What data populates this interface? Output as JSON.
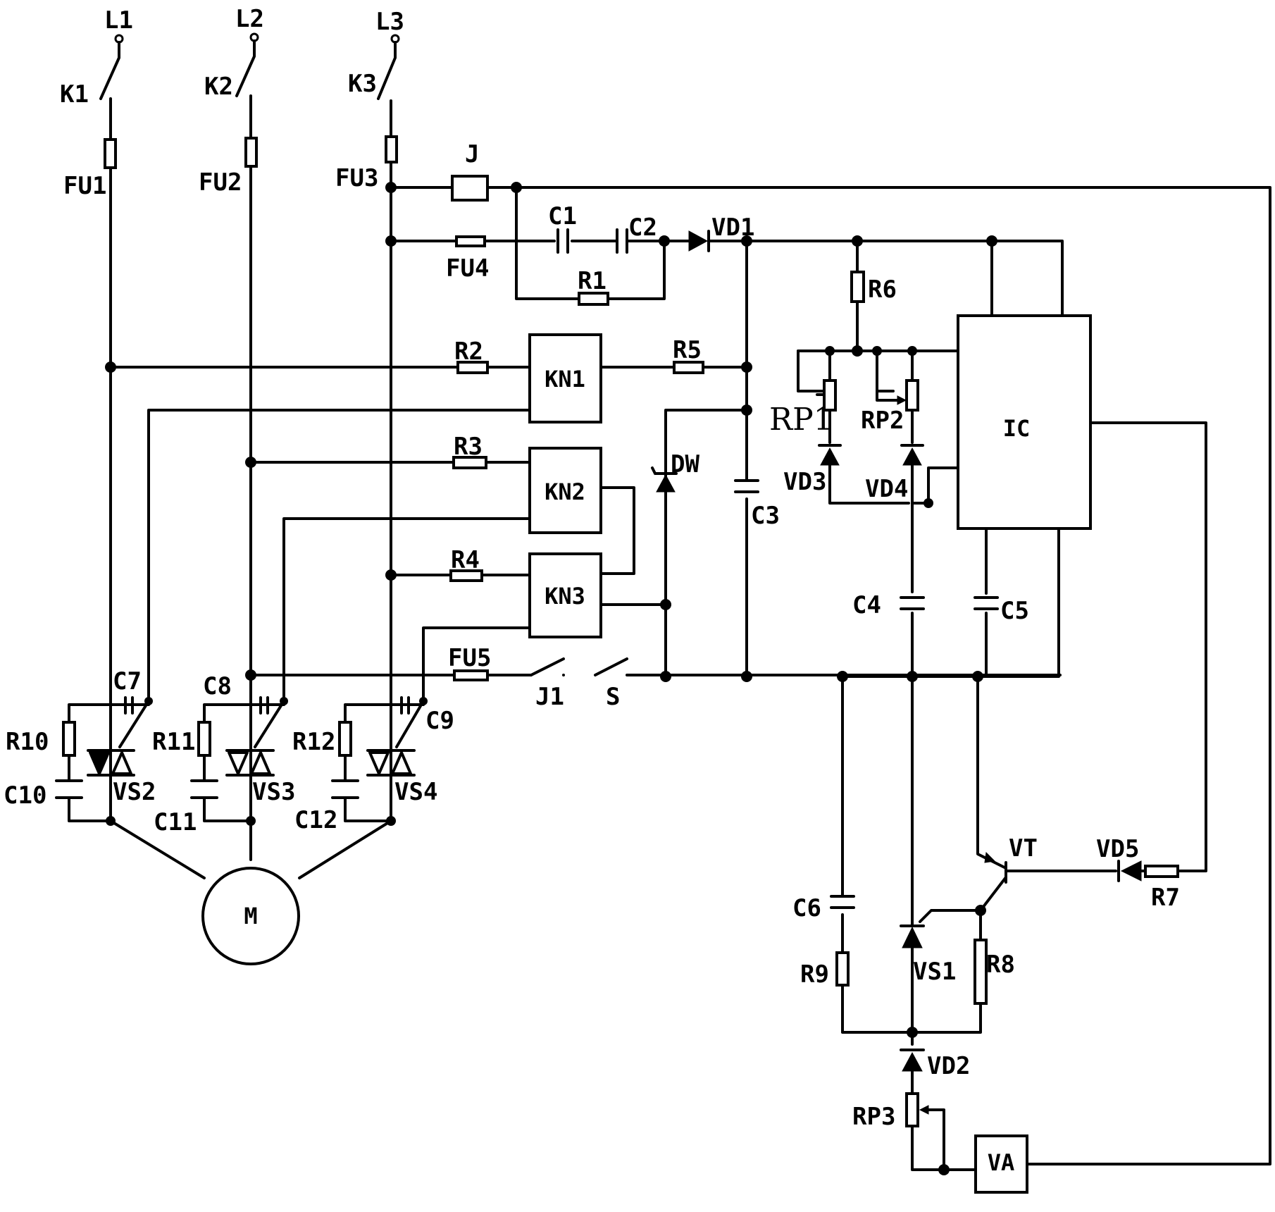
{
  "supply": {
    "l1": "L1",
    "l2": "L2",
    "l3": "L3"
  },
  "switches": {
    "k1": "K1",
    "k2": "K2",
    "k3": "K3",
    "j1": "J1",
    "s": "S"
  },
  "fuses": {
    "fu1": "FU1",
    "fu2": "FU2",
    "fu3": "FU3",
    "fu4": "FU4",
    "fu5": "FU5"
  },
  "relay": {
    "j": "J"
  },
  "capacitors": {
    "c1": "C1",
    "c2": "C2",
    "c3": "C3",
    "c4": "C4",
    "c5": "C5",
    "c6": "C6",
    "c7": "C7",
    "c8": "C8",
    "c9": "C9",
    "c10": "C10",
    "c11": "C11",
    "c12": "C12"
  },
  "resistors": {
    "r1": "R1",
    "r2": "R2",
    "r3": "R3",
    "r4": "R4",
    "r5": "R5",
    "r6": "R6",
    "r7": "R7",
    "r8": "R8",
    "r9": "R9",
    "r10": "R10",
    "r11": "R11",
    "r12": "R12"
  },
  "potentiometers": {
    "rp1": "RP1",
    "rp2": "RP2",
    "rp3": "RP3"
  },
  "diodes": {
    "vd1": "VD1",
    "vd2": "VD2",
    "vd3": "VD3",
    "vd4": "VD4",
    "vd5": "VD5",
    "dw": "DW"
  },
  "blocks": {
    "kn1": "KN1",
    "kn2": "KN2",
    "kn3": "KN3",
    "ic": "IC",
    "va": "VA",
    "motor": "M"
  },
  "thyristors": {
    "vs1": "VS1",
    "vs2": "VS2",
    "vs3": "VS3",
    "vs4": "VS4"
  },
  "transistor": {
    "vt": "VT"
  }
}
